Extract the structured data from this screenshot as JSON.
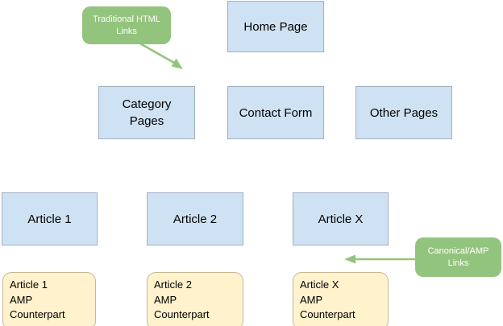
{
  "diagram": {
    "background": "#ffffff",
    "palette": {
      "page_box_fill": "#cfe2f3",
      "amp_box_fill": "#fff2cc",
      "callout_fill": "#93c47d",
      "callout_text": "#ffffff",
      "box_text": "#000000",
      "arrow_color": "#93c47d"
    },
    "nodes": {
      "home": {
        "label": "Home Page"
      },
      "category": {
        "label": "Category\nPages"
      },
      "contact": {
        "label": "Contact Form"
      },
      "other": {
        "label": "Other Pages"
      },
      "article1": {
        "label": "Article 1"
      },
      "article2": {
        "label": "Article 2"
      },
      "articlex": {
        "label": "Article X"
      },
      "amp1": {
        "label": "Article 1\nAMP\nCounterpart"
      },
      "amp2": {
        "label": "Article 2\nAMP\nCounterpart"
      },
      "ampx": {
        "label": "Article X\nAMP\nCounterpart"
      }
    },
    "callouts": {
      "traditional": {
        "label": "Traditional HTML\nLinks"
      },
      "canonical": {
        "label": "Canonical/AMP\nLinks"
      }
    }
  }
}
